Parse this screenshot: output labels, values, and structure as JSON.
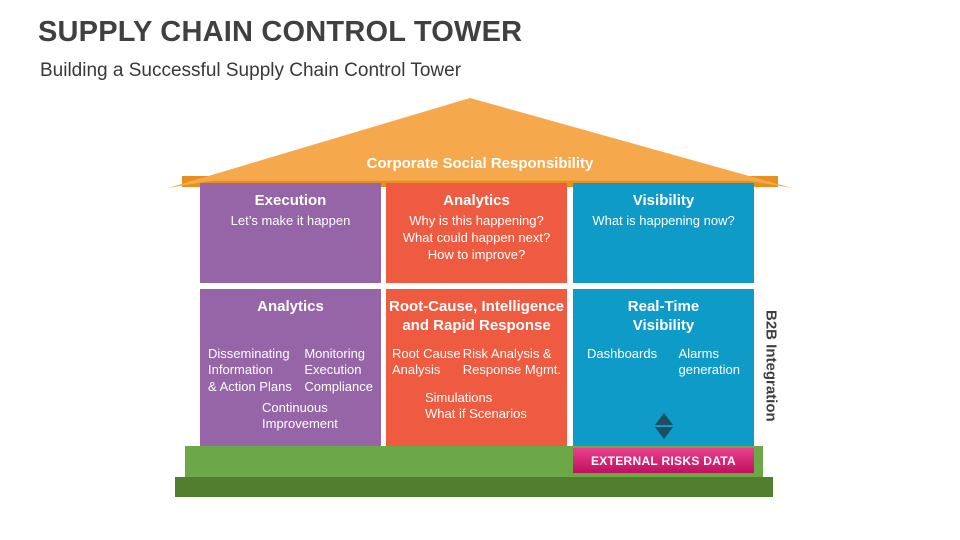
{
  "header": {
    "title": "SUPPLY CHAIN CONTROL TOWER",
    "subtitle": "Building a Successful Supply Chain Control Tower"
  },
  "roof": {
    "label": "Corporate Social Responsibility"
  },
  "boxes": {
    "execution_top": {
      "title": "Execution",
      "body": "Let’s make it happen"
    },
    "analytics_top": {
      "title": "Analytics",
      "body": "Why is this happening?\nWhat could happen next?\nHow to improve?"
    },
    "visibility_top": {
      "title": "Visibility",
      "body": "What is happening now?"
    },
    "analytics_bottom": {
      "title": "Analytics",
      "col1": "Disseminating\nInformation\n& Action Plans",
      "col2": "Monitoring\nExecution\nCompliance",
      "footer": "Continuous\nImprovement"
    },
    "rootcause_bottom": {
      "title": "Root-Cause, Intelligence\nand Rapid Response",
      "col1": "Root Cause\nAnalysis",
      "col2": "Risk Analysis &\nResponse Mgmt.",
      "footer": "Simulations\nWhat if Scenarios"
    },
    "realtime_bottom": {
      "title": "Real-Time\nVisibility",
      "col1": "Dashboards",
      "col2": "Alarms\ngeneration"
    }
  },
  "side_label": {
    "text": "B2B Integration"
  },
  "banner": {
    "label": "EXTERNAL RISKS DATA"
  },
  "icons": {
    "blue_box_flow": "up-down-arrows"
  },
  "colors": {
    "title_text": "#404040",
    "purple_box": "#9565A7",
    "orange_box": "#EE5B40",
    "blue_box": "#0E9BC8",
    "roof_orange": "#F6A84D",
    "roof_band_orange": "#E8901F",
    "foundation_light_green": "#6CA847",
    "foundation_dark_green": "#527E30",
    "banner_pink": "#CE1A6F",
    "arrow_dark_teal": "#1C4D63",
    "box_text": "#FFFFFF"
  }
}
